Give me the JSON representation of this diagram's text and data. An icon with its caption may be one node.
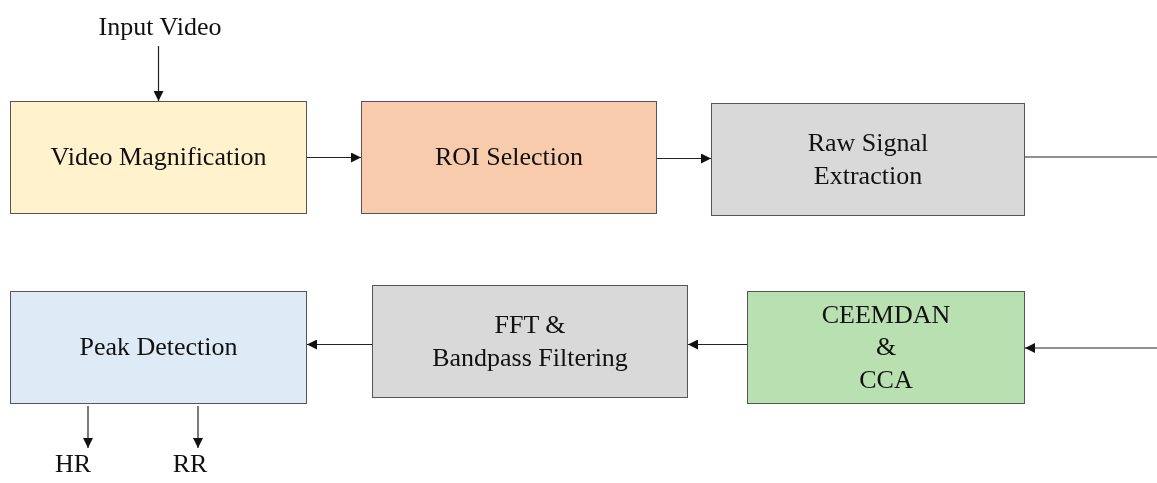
{
  "diagram": {
    "nodes": [
      {
        "text": [
          "Input Video"
        ]
      },
      {
        "text": [
          "Video Magnification"
        ]
      },
      {
        "text": [
          "ROI Selection"
        ]
      },
      {
        "text": [
          "Raw Signal Extraction"
        ]
      },
      {
        "text": [
          "Peak Detection"
        ]
      },
      {
        "text": [
          "FFT & Bandpass Filtering"
        ]
      },
      {
        "text": [
          "CEEMDAN & CCA"
        ]
      },
      {
        "text": [
          "HR"
        ]
      },
      {
        "text": [
          "RR"
        ]
      }
    ],
    "edges": [
      {
        "from": 0,
        "to": 1,
        "arrow": "to"
      },
      {
        "from": 1,
        "to": 2,
        "arrow": "to"
      },
      {
        "from": 2,
        "to": 3,
        "arrow": "to"
      },
      {
        "from": 3,
        "to": null,
        "arrow": "none"
      },
      {
        "from": null,
        "to": 6,
        "arrow": "to"
      },
      {
        "from": 6,
        "to": 5,
        "arrow": "to"
      },
      {
        "from": 5,
        "to": 4,
        "arrow": "to"
      },
      {
        "from": 4,
        "to": 7,
        "arrow": "to"
      },
      {
        "from": 4,
        "to": 8,
        "arrow": "to"
      }
    ]
  }
}
